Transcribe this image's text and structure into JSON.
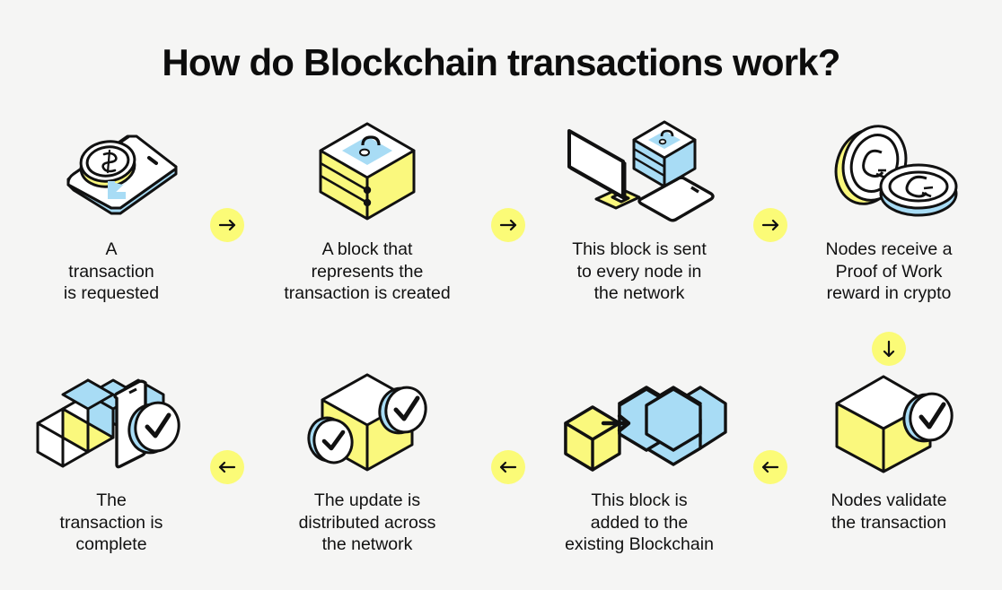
{
  "page": {
    "title": "How do Blockchain transactions work?",
    "background_color": "#f5f5f4",
    "accent_yellow": "#fbfb77",
    "cube_yellow": "#faf87d",
    "accent_blue": "#a8dcf5",
    "ink": "#111111"
  },
  "steps": [
    {
      "index": 1,
      "caption": "A\ntransaction\nis requested",
      "icon": "phone-with-coin-icon",
      "position": "top-1"
    },
    {
      "index": 2,
      "caption": "A block that\nrepresents the\ntransaction is created",
      "icon": "yellow-block-with-lock-icon",
      "position": "top-2"
    },
    {
      "index": 3,
      "caption": "This block is sent\nto every node in\nthe network",
      "icon": "monitor-block-phone-icon",
      "position": "top-3"
    },
    {
      "index": 4,
      "caption": "Nodes receive a\nProof of Work\nreward in crypto",
      "icon": "two-crypto-coins-icon",
      "position": "top-4"
    },
    {
      "index": 5,
      "caption": "Nodes validate\nthe transaction",
      "icon": "block-with-check-icon",
      "position": "bottom-4"
    },
    {
      "index": 6,
      "caption": "This block is\nadded to the\nexisting Blockchain",
      "icon": "block-joining-chain-icon",
      "position": "bottom-3"
    },
    {
      "index": 7,
      "caption": "The update is\ndistributed across\nthe network",
      "icon": "block-with-two-checks-icon",
      "position": "bottom-2"
    },
    {
      "index": 8,
      "caption": "The\ntransaction is\ncomplete",
      "icon": "chain-phone-check-icon",
      "position": "bottom-1"
    }
  ],
  "connectors": [
    {
      "id": "a",
      "direction": "right",
      "glyph": "arrow-right-icon"
    },
    {
      "id": "b",
      "direction": "right",
      "glyph": "arrow-right-icon"
    },
    {
      "id": "c",
      "direction": "right",
      "glyph": "arrow-right-icon"
    },
    {
      "id": "down",
      "direction": "down",
      "glyph": "arrow-down-icon"
    },
    {
      "id": "d",
      "direction": "left",
      "glyph": "arrow-left-icon"
    },
    {
      "id": "e",
      "direction": "left",
      "glyph": "arrow-left-icon"
    },
    {
      "id": "f",
      "direction": "left",
      "glyph": "arrow-left-icon"
    }
  ]
}
